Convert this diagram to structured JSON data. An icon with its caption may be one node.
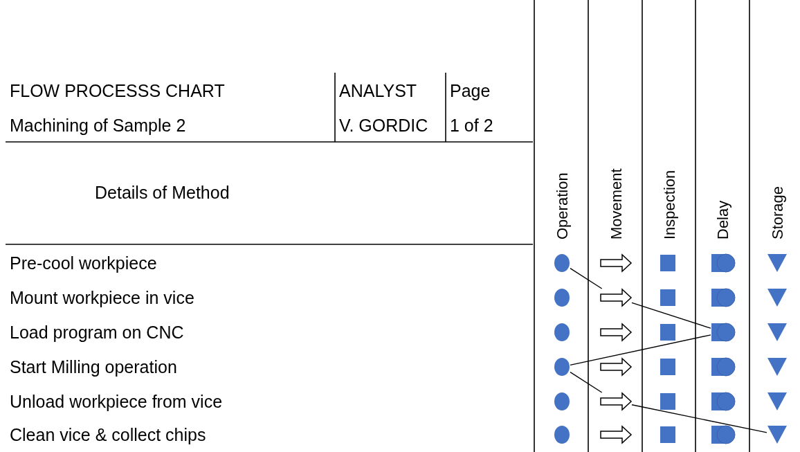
{
  "diagram": {
    "nodes": [
      {
        "text": [],
        "shape": "circle"
      },
      {
        "text": [],
        "shape": "arrow"
      },
      {
        "text": [],
        "shape": "semicircle"
      },
      {
        "text": [],
        "shape": "circle"
      },
      {
        "text": [],
        "shape": "arrow"
      },
      {
        "text": [],
        "shape": "triangle"
      }
    ],
    "edges": [
      {
        "from": 0,
        "to": 1,
        "arrow": "none"
      },
      {
        "from": 1,
        "to": 2,
        "arrow": "none"
      },
      {
        "from": 2,
        "to": 3,
        "arrow": "none"
      },
      {
        "from": 3,
        "to": 4,
        "arrow": "none"
      },
      {
        "from": 4,
        "to": 5,
        "arrow": "none"
      }
    ],
    "labels": [
      "FLOW PROCESSS CHART",
      "ANALYST",
      "Page",
      "Machining of Sample 2",
      "V. GORDIC",
      "1 of 2",
      "Details of Method",
      "Operation",
      "Movement",
      "Inspection",
      "Delay",
      "Storage",
      "Pre-cool workpiece",
      "Mount workpiece in vice",
      "Load program on CNC",
      "Start Milling operation",
      "Unload workpiece from vice",
      "Clean vice & collect chips"
    ]
  }
}
